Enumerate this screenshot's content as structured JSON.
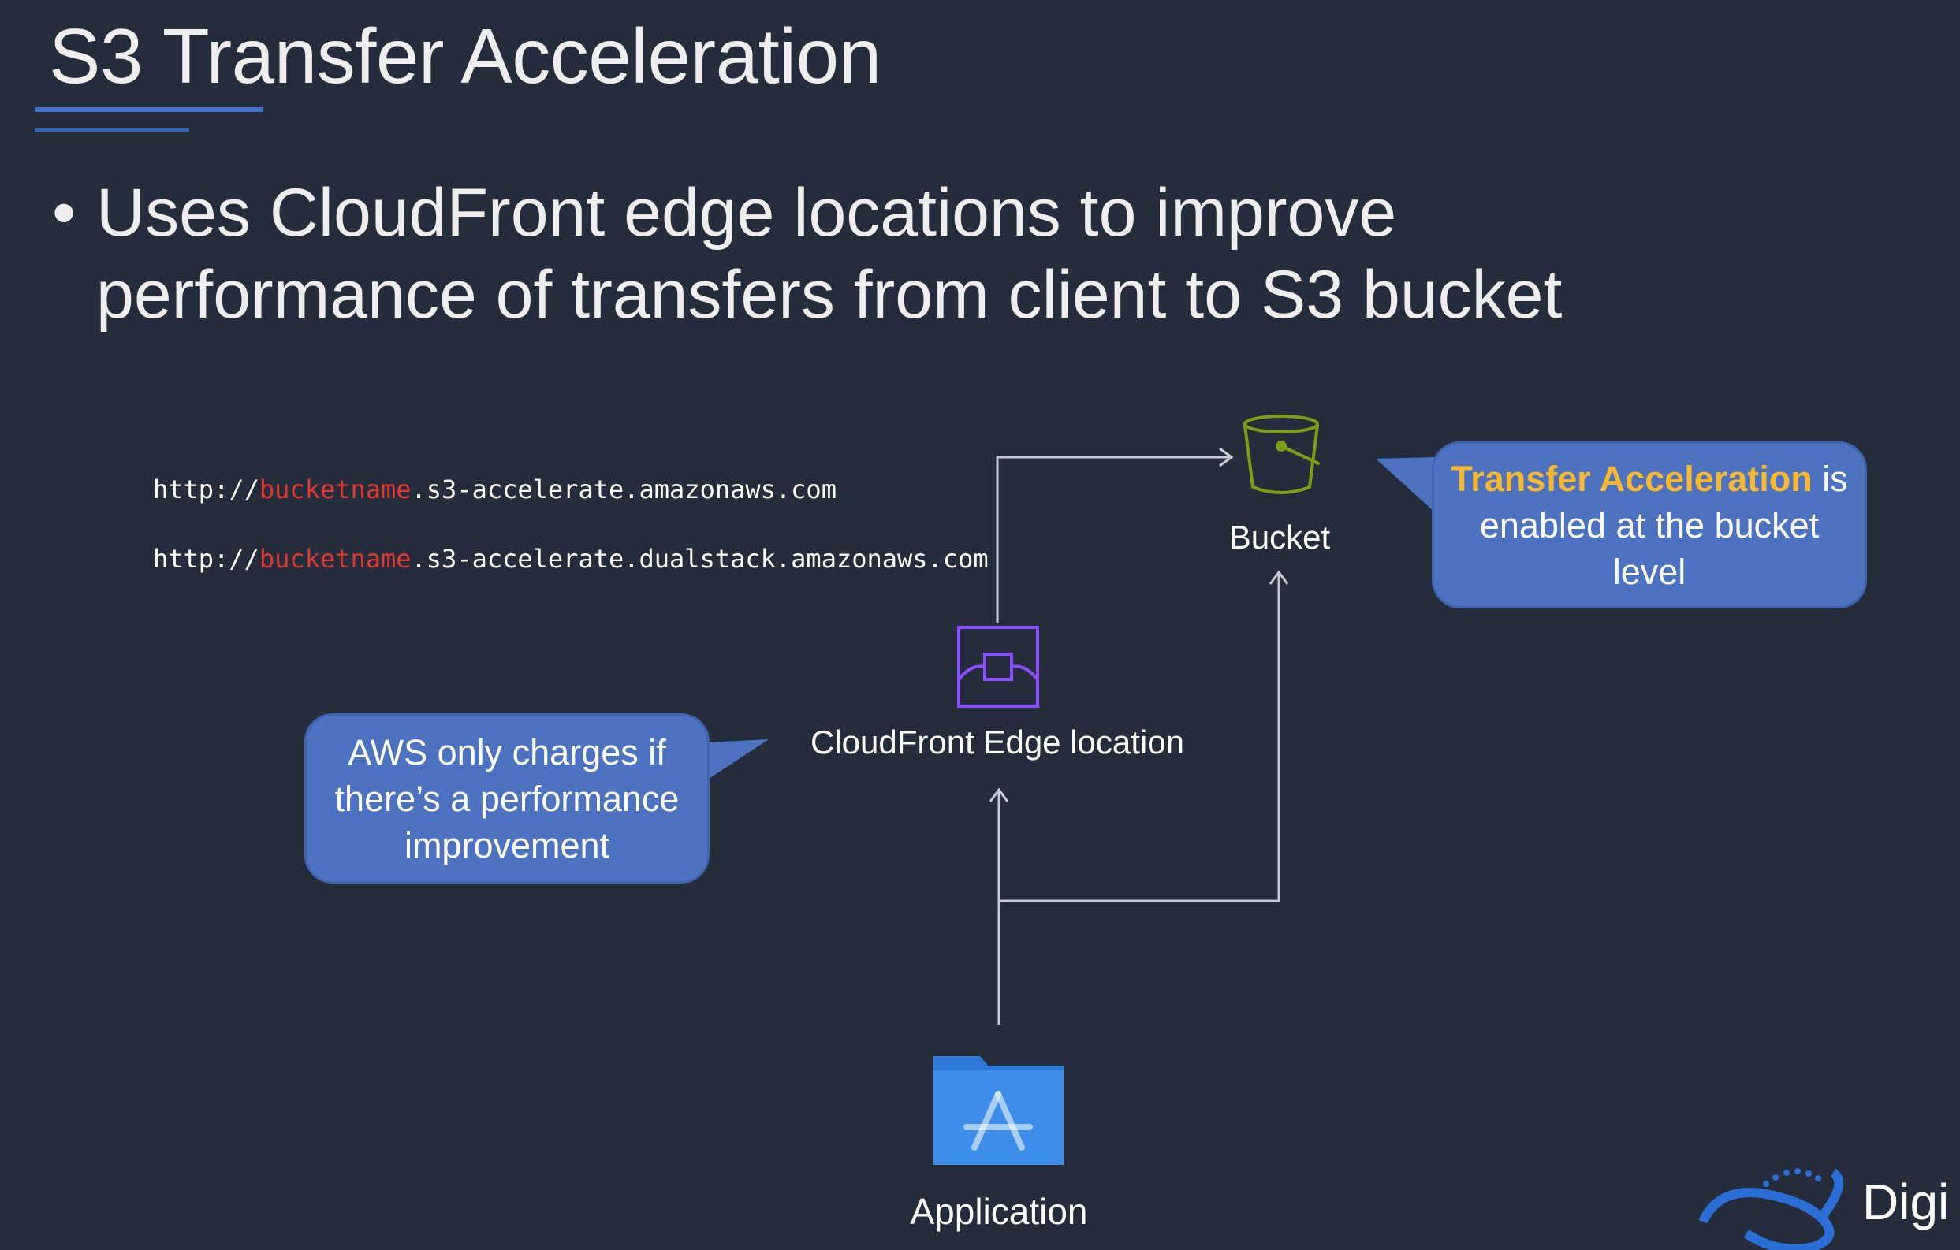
{
  "slide": {
    "title": "S3 Transfer Acceleration",
    "bullet_symbol": "•",
    "bullet": "Uses CloudFront edge locations to improve performance of transfers from client to S3 bucket"
  },
  "urls": [
    {
      "prefix": "http://",
      "highlight": "bucketname",
      "suffix": ".s3-accelerate.amazonaws.com"
    },
    {
      "prefix": "http://",
      "highlight": "bucketname",
      "suffix": ".s3-accelerate.dualstack.amazonaws.com"
    }
  ],
  "nodes": {
    "bucket": {
      "label": "Bucket",
      "icon": "s3-bucket-icon"
    },
    "edge": {
      "label": "CloudFront Edge location",
      "icon": "cloudfront-edge-icon"
    },
    "app": {
      "label": "Application",
      "icon": "application-folder-icon"
    }
  },
  "callouts": {
    "bucket_note": {
      "highlight": "Transfer Acceleration",
      "rest_line1": " is",
      "line2": "enabled at the bucket",
      "line3": "level"
    },
    "charges_note": {
      "line1": "AWS only charges if",
      "line2": "there’s a performance",
      "line3": "improvement"
    }
  },
  "logo": {
    "text": "Digi"
  },
  "colors": {
    "background": "#252d3c",
    "accent_blue": "#3d72c8",
    "callout_fill": "#4c72c0",
    "highlight_red": "#e03a2f",
    "highlight_yellow": "#f5b82e",
    "bucket_green": "#7aa116",
    "edge_purple": "#8c4fff",
    "app_blue": "#3d8ee8",
    "connector": "#c4cbd6"
  }
}
